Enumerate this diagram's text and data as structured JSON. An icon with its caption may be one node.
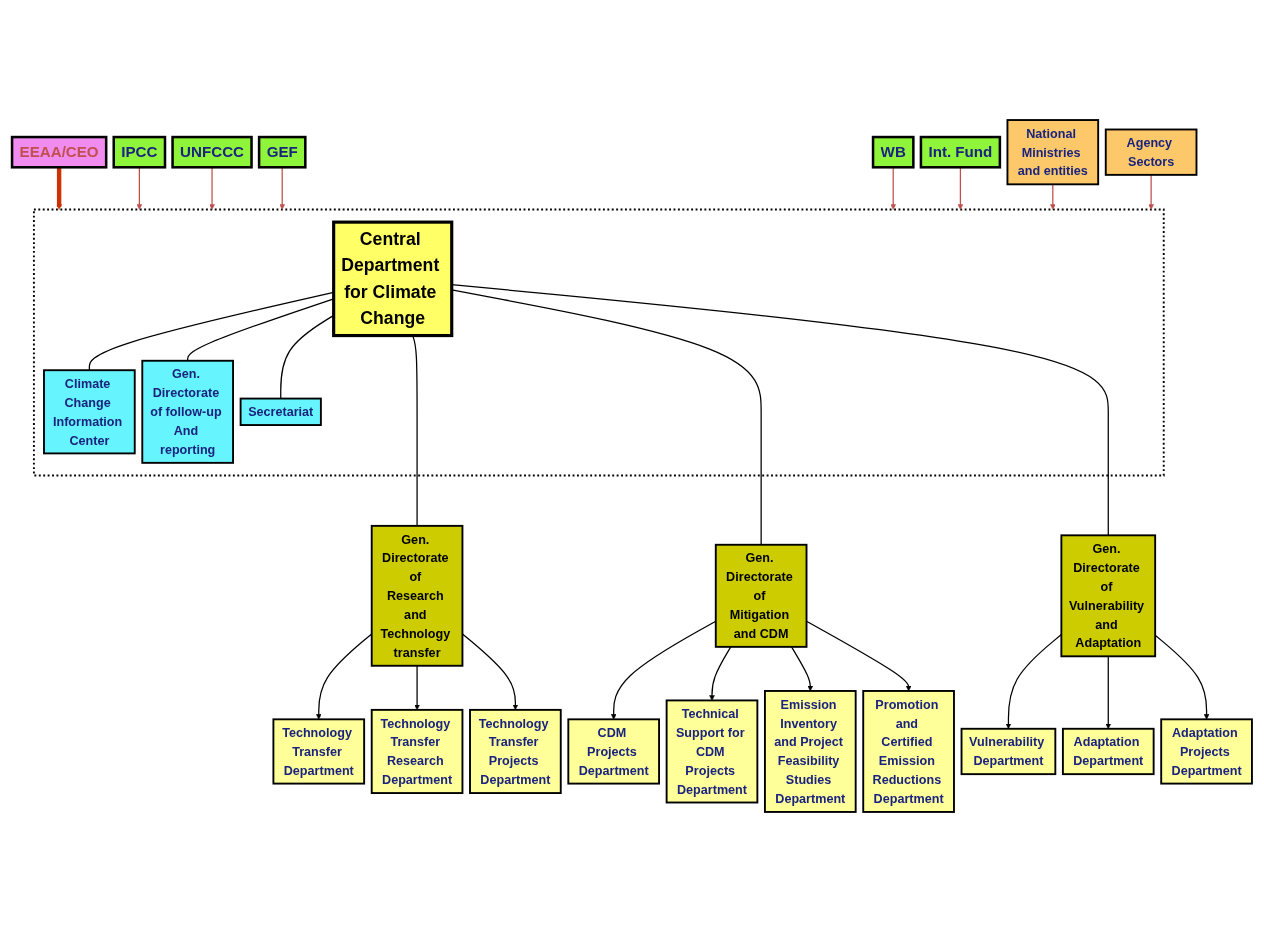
{
  "diagram": {
    "nodes": [
      {
        "text": [
          "EEAA/CEO"
        ]
      },
      {
        "text": [
          "IPCC"
        ]
      },
      {
        "text": [
          "UNFCCC"
        ]
      },
      {
        "text": [
          "GEF"
        ]
      },
      {
        "text": [
          "WB"
        ]
      },
      {
        "text": [
          "Int. Fund"
        ]
      },
      {
        "text": [],
        "shape": "box"
      },
      {
        "text": [
          "Central Department for Climate Change"
        ],
        "in": 6
      },
      {
        "text": [
          "Climate Change Information Center"
        ],
        "in": 6
      },
      {
        "text": [
          "Gen. Directorate of follow-up And reporting"
        ],
        "in": 6
      },
      {
        "text": [
          "Secretariat"
        ],
        "in": 6
      },
      {
        "text": [
          "National Ministries and entities"
        ]
      },
      {
        "text": [
          "Agency Sectors"
        ]
      },
      {
        "text": [
          "Gen. Directorate of Research and Technology transfer"
        ]
      },
      {
        "text": [
          "Gen. Directorate of Mitigation and CDM"
        ]
      },
      {
        "text": [
          "Gen. Directorate of Vulnerability and Adaptation"
        ]
      },
      {
        "text": [
          "Technology Transfer Department"
        ]
      },
      {
        "text": [
          "Technology Transfer Research Department"
        ]
      },
      {
        "text": [
          "Technology Transfer Projects Department"
        ]
      },
      {
        "text": [
          "CDM Projects Department"
        ]
      },
      {
        "text": [
          "Technical Support for CDM Projects Department"
        ]
      },
      {
        "text": [
          "Emission Inventory and Project Feasibility Studies Department"
        ]
      },
      {
        "text": [
          "Promotion and Certified Emission Reductions Department"
        ]
      },
      {
        "text": [
          "Vulnerability Department"
        ]
      },
      {
        "text": [
          "Adaptation Department"
        ]
      },
      {
        "text": [
          "Adaptation Projects Department"
        ]
      }
    ],
    "edges": [
      {
        "from": 0,
        "to": 6,
        "arrow": "to",
        "style": "thick",
        "color": "#cc3300"
      },
      {
        "from": 1,
        "to": 6,
        "arrow": "to",
        "color": "#c0504d"
      },
      {
        "from": 2,
        "to": 6,
        "arrow": "to",
        "color": "#c0504d"
      },
      {
        "from": 3,
        "to": 6,
        "arrow": "to",
        "color": "#c0504d"
      },
      {
        "from": 4,
        "to": 6,
        "arrow": "to",
        "color": "#c0504d"
      },
      {
        "from": 5,
        "to": 6,
        "arrow": "to",
        "color": "#c0504d"
      },
      {
        "from": 11,
        "to": 6,
        "arrow": "to",
        "color": "#c0504d"
      },
      {
        "from": 12,
        "to": 6,
        "arrow": "to",
        "color": "#c0504d"
      },
      {
        "from": 7,
        "to": 8,
        "arrow": "none"
      },
      {
        "from": 7,
        "to": 9,
        "arrow": "none"
      },
      {
        "from": 7,
        "to": 10,
        "arrow": "none"
      },
      {
        "from": 7,
        "to": 13,
        "arrow": "none"
      },
      {
        "from": 7,
        "to": 14,
        "arrow": "none"
      },
      {
        "from": 7,
        "to": 15,
        "arrow": "none"
      },
      {
        "from": 13,
        "to": 16,
        "arrow": "to"
      },
      {
        "from": 13,
        "to": 17,
        "arrow": "to"
      },
      {
        "from": 13,
        "to": 18,
        "arrow": "to"
      },
      {
        "from": 14,
        "to": 19,
        "arrow": "to"
      },
      {
        "from": 14,
        "to": 20,
        "arrow": "to"
      },
      {
        "from": 14,
        "to": 21,
        "arrow": "to"
      },
      {
        "from": 14,
        "to": 22,
        "arrow": "to"
      },
      {
        "from": 15,
        "to": 23,
        "arrow": "to"
      },
      {
        "from": 15,
        "to": 24,
        "arrow": "to"
      },
      {
        "from": 15,
        "to": 25,
        "arrow": "to"
      }
    ]
  }
}
